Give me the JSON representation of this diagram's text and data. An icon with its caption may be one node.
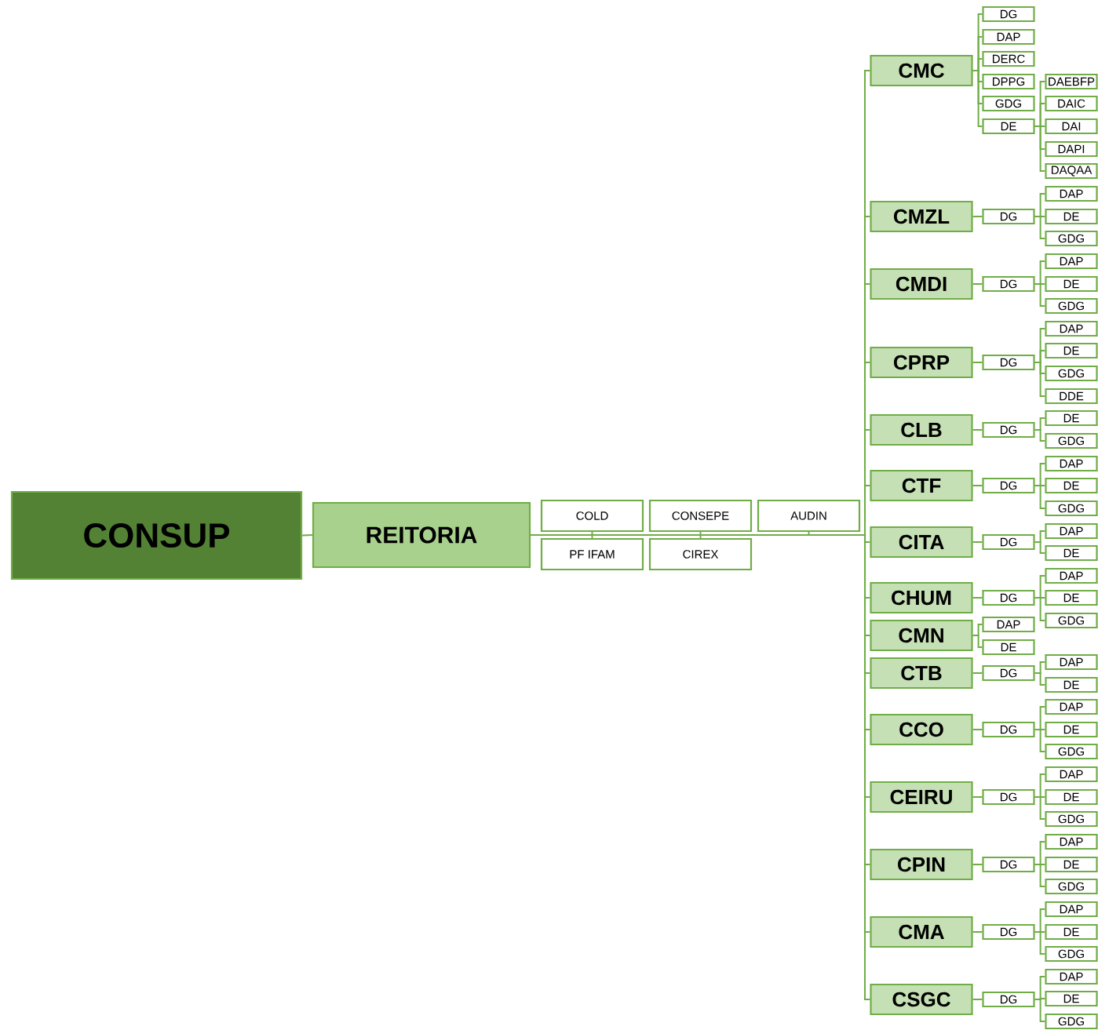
{
  "diagram": {
    "nodes": [
      {
        "text": [
          "CONSUP"
        ]
      },
      {
        "text": [
          "REITORIA"
        ]
      },
      {
        "text": [
          "COLD"
        ]
      },
      {
        "text": [
          "CONSEPE"
        ]
      },
      {
        "text": [
          "AUDIN"
        ]
      },
      {
        "text": [
          "PF IFAM"
        ]
      },
      {
        "text": [
          "CIREX"
        ]
      },
      {
        "text": [
          "CMC"
        ]
      },
      {
        "text": [
          "DG"
        ]
      },
      {
        "text": [
          "DAP"
        ]
      },
      {
        "text": [
          "DERC"
        ]
      },
      {
        "text": [
          "DPPG"
        ]
      },
      {
        "text": [
          "GDG"
        ]
      },
      {
        "text": [
          "DE"
        ]
      },
      {
        "text": [
          "DAEBFP"
        ]
      },
      {
        "text": [
          "DAIC"
        ]
      },
      {
        "text": [
          "DAI"
        ]
      },
      {
        "text": [
          "DAPI"
        ]
      },
      {
        "text": [
          "DAQAA"
        ]
      },
      {
        "text": [
          "CMZL"
        ]
      },
      {
        "text": [
          "DG"
        ]
      },
      {
        "text": [
          "DAP"
        ]
      },
      {
        "text": [
          "DE"
        ]
      },
      {
        "text": [
          "GDG"
        ]
      },
      {
        "text": [
          "CMDI"
        ]
      },
      {
        "text": [
          "DG"
        ]
      },
      {
        "text": [
          "DAP"
        ]
      },
      {
        "text": [
          "DE"
        ]
      },
      {
        "text": [
          "GDG"
        ]
      },
      {
        "text": [
          "CPRP"
        ]
      },
      {
        "text": [
          "DG"
        ]
      },
      {
        "text": [
          "DAP"
        ]
      },
      {
        "text": [
          "DE"
        ]
      },
      {
        "text": [
          "GDG"
        ]
      },
      {
        "text": [
          "DDE"
        ]
      },
      {
        "text": [
          "CLB"
        ]
      },
      {
        "text": [
          "DG"
        ]
      },
      {
        "text": [
          "DE"
        ]
      },
      {
        "text": [
          "GDG"
        ]
      },
      {
        "text": [
          "CTF"
        ]
      },
      {
        "text": [
          "DG"
        ]
      },
      {
        "text": [
          "DAP"
        ]
      },
      {
        "text": [
          "DE"
        ]
      },
      {
        "text": [
          "GDG"
        ]
      },
      {
        "text": [
          "CITA"
        ]
      },
      {
        "text": [
          "DG"
        ]
      },
      {
        "text": [
          "DAP"
        ]
      },
      {
        "text": [
          "DE"
        ]
      },
      {
        "text": [
          "CHUM"
        ]
      },
      {
        "text": [
          "DG"
        ]
      },
      {
        "text": [
          "DAP"
        ]
      },
      {
        "text": [
          "DE"
        ]
      },
      {
        "text": [
          "GDG"
        ]
      },
      {
        "text": [
          "CMN"
        ]
      },
      {
        "text": [
          "DAP"
        ]
      },
      {
        "text": [
          "DE"
        ]
      },
      {
        "text": [
          "CTB"
        ]
      },
      {
        "text": [
          "DG"
        ]
      },
      {
        "text": [
          "DAP"
        ]
      },
      {
        "text": [
          "DE"
        ]
      },
      {
        "text": [
          "CCO"
        ]
      },
      {
        "text": [
          "DG"
        ]
      },
      {
        "text": [
          "DAP"
        ]
      },
      {
        "text": [
          "DE"
        ]
      },
      {
        "text": [
          "GDG"
        ]
      },
      {
        "text": [
          "CEIRU"
        ]
      },
      {
        "text": [
          "DG"
        ]
      },
      {
        "text": [
          "DAP"
        ]
      },
      {
        "text": [
          "DE"
        ]
      },
      {
        "text": [
          "GDG"
        ]
      },
      {
        "text": [
          "CPIN"
        ]
      },
      {
        "text": [
          "DG"
        ]
      },
      {
        "text": [
          "DAP"
        ]
      },
      {
        "text": [
          "DE"
        ]
      },
      {
        "text": [
          "GDG"
        ]
      },
      {
        "text": [
          "CMA"
        ]
      },
      {
        "text": [
          "DG"
        ]
      },
      {
        "text": [
          "DAP"
        ]
      },
      {
        "text": [
          "DE"
        ]
      },
      {
        "text": [
          "GDG"
        ]
      },
      {
        "text": [
          "CSGC"
        ]
      },
      {
        "text": [
          "DG"
        ]
      },
      {
        "text": [
          "DAP"
        ]
      },
      {
        "text": [
          "DE"
        ]
      },
      {
        "text": [
          "GDG"
        ]
      }
    ],
    "edges": [
      {
        "from": 0,
        "to": 1,
        "arrow": "none"
      },
      {
        "from": 1,
        "to": 2,
        "arrow": "none"
      },
      {
        "from": 1,
        "to": 3,
        "arrow": "none"
      },
      {
        "from": 1,
        "to": 4,
        "arrow": "none"
      },
      {
        "from": 1,
        "to": 5,
        "arrow": "none"
      },
      {
        "from": 1,
        "to": 6,
        "arrow": "none"
      },
      {
        "from": 1,
        "to": 7,
        "arrow": "none"
      },
      {
        "from": 1,
        "to": 19,
        "arrow": "none"
      },
      {
        "from": 1,
        "to": 24,
        "arrow": "none"
      },
      {
        "from": 1,
        "to": 29,
        "arrow": "none"
      },
      {
        "from": 1,
        "to": 35,
        "arrow": "none"
      },
      {
        "from": 1,
        "to": 39,
        "arrow": "none"
      },
      {
        "from": 1,
        "to": 44,
        "arrow": "none"
      },
      {
        "from": 1,
        "to": 48,
        "arrow": "none"
      },
      {
        "from": 1,
        "to": 53,
        "arrow": "none"
      },
      {
        "from": 1,
        "to": 56,
        "arrow": "none"
      },
      {
        "from": 1,
        "to": 60,
        "arrow": "none"
      },
      {
        "from": 1,
        "to": 65,
        "arrow": "none"
      },
      {
        "from": 1,
        "to": 70,
        "arrow": "none"
      },
      {
        "from": 1,
        "to": 75,
        "arrow": "none"
      },
      {
        "from": 1,
        "to": 80,
        "arrow": "none"
      },
      {
        "from": 7,
        "to": 8,
        "arrow": "none"
      },
      {
        "from": 7,
        "to": 9,
        "arrow": "none"
      },
      {
        "from": 7,
        "to": 10,
        "arrow": "none"
      },
      {
        "from": 7,
        "to": 11,
        "arrow": "none"
      },
      {
        "from": 7,
        "to": 12,
        "arrow": "none"
      },
      {
        "from": 7,
        "to": 13,
        "arrow": "none"
      },
      {
        "from": 13,
        "to": 14,
        "arrow": "none"
      },
      {
        "from": 13,
        "to": 15,
        "arrow": "none"
      },
      {
        "from": 13,
        "to": 16,
        "arrow": "none"
      },
      {
        "from": 13,
        "to": 17,
        "arrow": "none"
      },
      {
        "from": 13,
        "to": 18,
        "arrow": "none"
      },
      {
        "from": 19,
        "to": 20,
        "arrow": "none"
      },
      {
        "from": 20,
        "to": 21,
        "arrow": "none"
      },
      {
        "from": 20,
        "to": 22,
        "arrow": "none"
      },
      {
        "from": 20,
        "to": 23,
        "arrow": "none"
      },
      {
        "from": 24,
        "to": 25,
        "arrow": "none"
      },
      {
        "from": 25,
        "to": 26,
        "arrow": "none"
      },
      {
        "from": 25,
        "to": 27,
        "arrow": "none"
      },
      {
        "from": 25,
        "to": 28,
        "arrow": "none"
      },
      {
        "from": 29,
        "to": 30,
        "arrow": "none"
      },
      {
        "from": 30,
        "to": 31,
        "arrow": "none"
      },
      {
        "from": 30,
        "to": 32,
        "arrow": "none"
      },
      {
        "from": 30,
        "to": 33,
        "arrow": "none"
      },
      {
        "from": 30,
        "to": 34,
        "arrow": "none"
      },
      {
        "from": 35,
        "to": 36,
        "arrow": "none"
      },
      {
        "from": 36,
        "to": 37,
        "arrow": "none"
      },
      {
        "from": 36,
        "to": 38,
        "arrow": "none"
      },
      {
        "from": 39,
        "to": 40,
        "arrow": "none"
      },
      {
        "from": 40,
        "to": 41,
        "arrow": "none"
      },
      {
        "from": 40,
        "to": 42,
        "arrow": "none"
      },
      {
        "from": 40,
        "to": 43,
        "arrow": "none"
      },
      {
        "from": 44,
        "to": 45,
        "arrow": "none"
      },
      {
        "from": 45,
        "to": 46,
        "arrow": "none"
      },
      {
        "from": 45,
        "to": 47,
        "arrow": "none"
      },
      {
        "from": 48,
        "to": 49,
        "arrow": "none"
      },
      {
        "from": 49,
        "to": 50,
        "arrow": "none"
      },
      {
        "from": 49,
        "to": 51,
        "arrow": "none"
      },
      {
        "from": 49,
        "to": 52,
        "arrow": "none"
      },
      {
        "from": 53,
        "to": 54,
        "arrow": "none"
      },
      {
        "from": 53,
        "to": 55,
        "arrow": "none"
      },
      {
        "from": 56,
        "to": 57,
        "arrow": "none"
      },
      {
        "from": 57,
        "to": 58,
        "arrow": "none"
      },
      {
        "from": 57,
        "to": 59,
        "arrow": "none"
      },
      {
        "from": 60,
        "to": 61,
        "arrow": "none"
      },
      {
        "from": 61,
        "to": 62,
        "arrow": "none"
      },
      {
        "from": 61,
        "to": 63,
        "arrow": "none"
      },
      {
        "from": 61,
        "to": 64,
        "arrow": "none"
      },
      {
        "from": 65,
        "to": 66,
        "arrow": "none"
      },
      {
        "from": 66,
        "to": 67,
        "arrow": "none"
      },
      {
        "from": 66,
        "to": 68,
        "arrow": "none"
      },
      {
        "from": 66,
        "to": 69,
        "arrow": "none"
      },
      {
        "from": 70,
        "to": 71,
        "arrow": "none"
      },
      {
        "from": 71,
        "to": 72,
        "arrow": "none"
      },
      {
        "from": 71,
        "to": 73,
        "arrow": "none"
      },
      {
        "from": 71,
        "to": 74,
        "arrow": "none"
      },
      {
        "from": 75,
        "to": 76,
        "arrow": "none"
      },
      {
        "from": 76,
        "to": 77,
        "arrow": "none"
      },
      {
        "from": 76,
        "to": 78,
        "arrow": "none"
      },
      {
        "from": 76,
        "to": 79,
        "arrow": "none"
      },
      {
        "from": 80,
        "to": 81,
        "arrow": "none"
      },
      {
        "from": 81,
        "to": 82,
        "arrow": "none"
      },
      {
        "from": 81,
        "to": 83,
        "arrow": "none"
      },
      {
        "from": 81,
        "to": 84,
        "arrow": "none"
      }
    ]
  }
}
